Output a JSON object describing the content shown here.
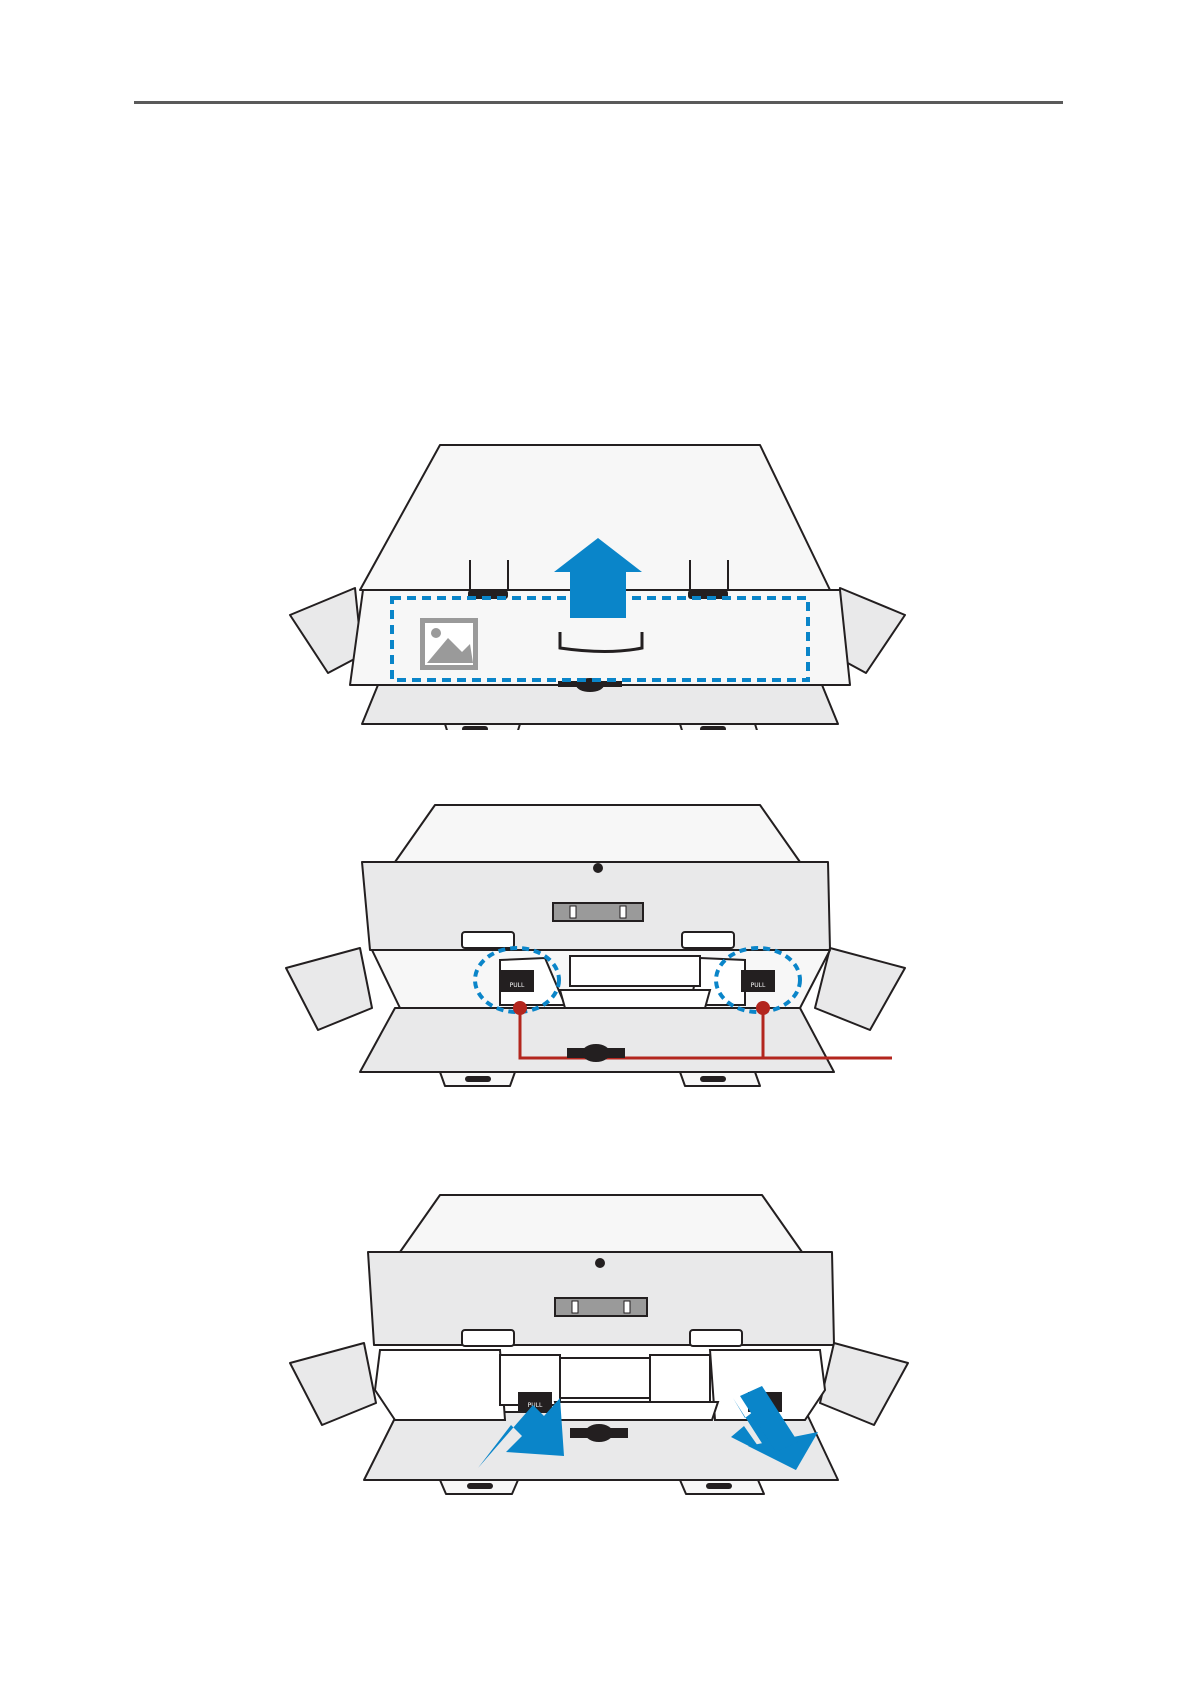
{
  "page": {
    "figures": [
      {
        "name": "open-box-lift-tray",
        "icons": [
          "image-icon",
          "arrow-up-icon"
        ]
      },
      {
        "name": "open-box-pull-tabs",
        "tab_label": "PULL"
      },
      {
        "name": "pull-out-foam",
        "tab_label": "PULL",
        "icons": [
          "arrow-down-left-icon",
          "arrow-down-right-icon"
        ]
      }
    ],
    "colors": {
      "outline": "#231f20",
      "flap_gray": "#e9e9ea",
      "flap_white": "#f7f7f7",
      "accent_blue": "#0a85c9",
      "callout_red": "#b3261e",
      "rule": "#5a5a5a"
    }
  }
}
